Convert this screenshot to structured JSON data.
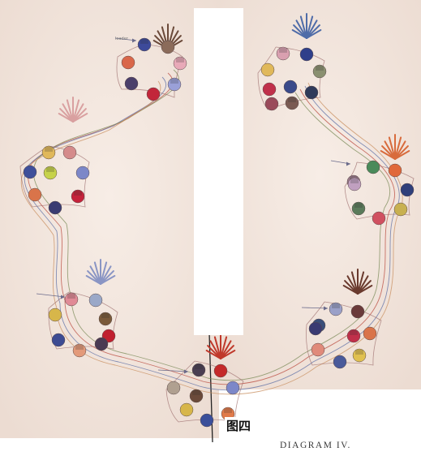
{
  "diagram": {
    "caption_figure": "图四",
    "caption_diagram": "DIAGRAM IV.",
    "small_label": "leader"
  },
  "palette": {
    "paper": "#f3e7de",
    "paper_shade": "#ead7cc",
    "blank_panel": "#ffffff",
    "line_colors": [
      "#b94a3e",
      "#5c6fa6",
      "#7a8a57",
      "#c88e5e"
    ],
    "plants": [
      "#6b4a3a",
      "#4f6ca8",
      "#d9a0a0",
      "#8a95c4",
      "#d86b3c",
      "#6a3a2e",
      "#c0392b"
    ]
  },
  "clusters": [
    {
      "id": "top-left",
      "plant_color": "#6b4a3a",
      "nodes": [
        "#3d4a9a",
        "#8b6b5a",
        "#d9674a",
        "#e8a9b8",
        "#4b3f6a",
        "#c2263a",
        "#9aa0d8"
      ]
    },
    {
      "id": "upper-left",
      "plant_color": "#d9a0a0",
      "nodes": [
        "#e0b85a",
        "#d48b8b",
        "#3f4f9a",
        "#c6d24a",
        "#7c87c8",
        "#d9744a",
        "#c5223a",
        "#3a3b72"
      ]
    },
    {
      "id": "lower-left",
      "plant_color": "#8a95c4",
      "nodes": [
        "#e08a96",
        "#9aa8c8",
        "#d7b64a",
        "#7a5a3a",
        "#c01f2f",
        "#3d4b92",
        "#e39a7a",
        "#4a3a52"
      ]
    },
    {
      "id": "bottom-center",
      "plant_color": "#c0392b",
      "nodes": [
        "#4a3e52",
        "#c42a2a",
        "#b0a090",
        "#6b4a3a",
        "#d7b64a",
        "#3a4f9a",
        "#e07a4a",
        "#7c87c8"
      ]
    },
    {
      "id": "top-right",
      "plant_color": "#4f6ca8",
      "nodes": [
        "#d9a0b0",
        "#2f3f8a",
        "#e0b85a",
        "#8a9070",
        "#c0304a",
        "#3a4a8a",
        "#7a5a52",
        "#9a4a5a",
        "#2f3a5a"
      ]
    },
    {
      "id": "middle-right",
      "plant_color": "#d86b3c",
      "nodes": [
        "#9a7a8a",
        "#4a8a5a",
        "#e0683a",
        "#c0a0c0",
        "#2f3f7a",
        "#c8b050",
        "#5a7a5a",
        "#d05060"
      ]
    },
    {
      "id": "lower-right",
      "plant_color": "#6a3a2e",
      "nodes": [
        "#9aa0c8",
        "#6a3a3a",
        "#3a4f7a",
        "#c0304a",
        "#d9744a",
        "#e08a7a",
        "#e0c050",
        "#4a5a9a",
        "#3a3b72"
      ]
    }
  ]
}
